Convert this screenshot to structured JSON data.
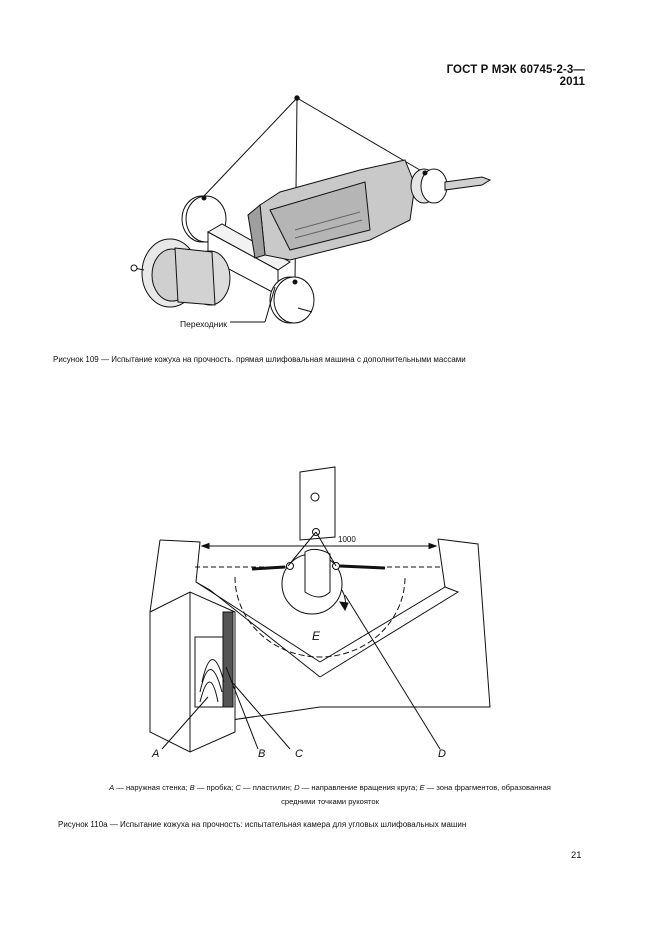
{
  "header": {
    "standard": "ГОСТ Р МЭК 60745-2-3—2011"
  },
  "figure109": {
    "label_adapter": "Переходник",
    "caption": "Рисунок  109 — Испытание кожуха на прочность. прямая шлифовальная машина с дополнительными массами"
  },
  "figure110a": {
    "dimension": "1000",
    "zone_label": "E",
    "labels": {
      "a": "A",
      "b": "B",
      "c": "C",
      "d": "D"
    },
    "legend": {
      "a_key": "A",
      "a_text": " — наружная стенка; ",
      "b_key": "B",
      "b_text": " — пробка; ",
      "c_key": "C",
      "c_text": " — пластилин; ",
      "d_key": "D",
      "d_text": " — направление вращения круга; ",
      "e_key": "E",
      "e_text": " — зона фрагментов, образованная",
      "line2": "средними точками рукояток"
    },
    "caption": "Рисунок  110а — Испытание кожуха на прочность: испытательная камера для угловых шлифовальных машин"
  },
  "footer": {
    "page_number": "21"
  }
}
